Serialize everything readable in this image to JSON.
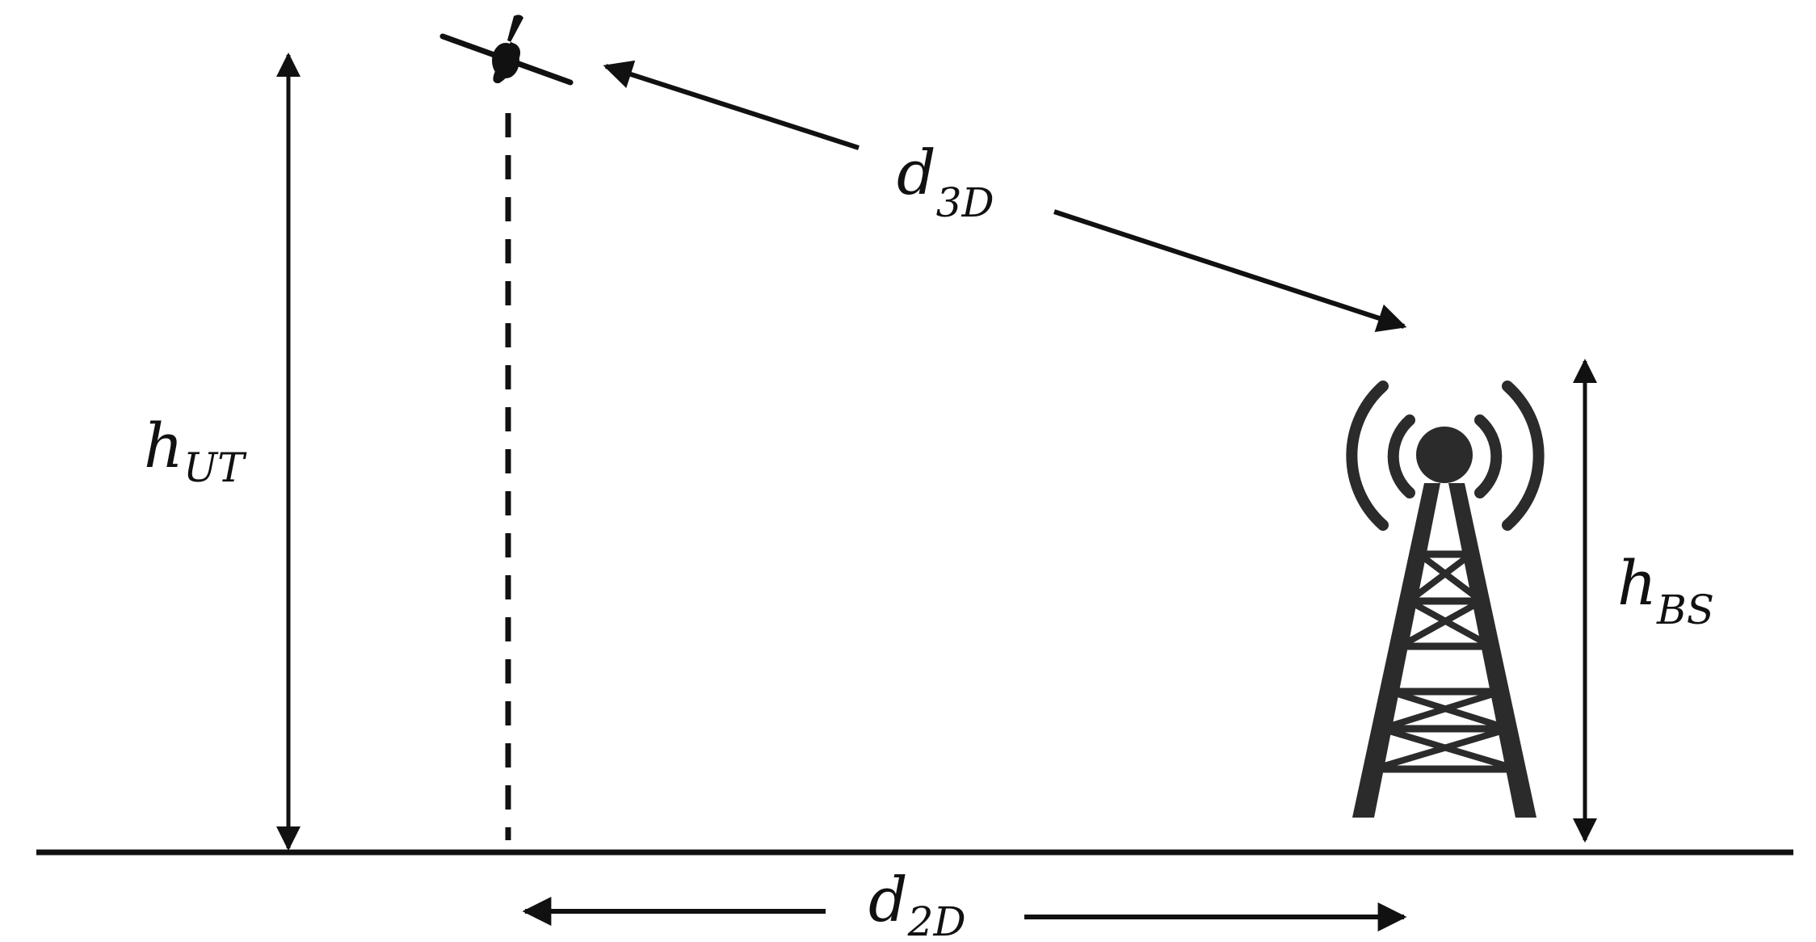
{
  "labels": {
    "h_ut": {
      "main": "h",
      "sub": "UT"
    },
    "h_bs": {
      "main": "h",
      "sub": "BS"
    },
    "d_3d": {
      "main": "d",
      "sub": "3D"
    },
    "d_2d": {
      "main": "d",
      "sub": "2D"
    }
  },
  "colors": {
    "ink": "#111111",
    "tower": "#2b2b2b",
    "background": "#ffffff"
  },
  "icons": {
    "drone": "drone-icon",
    "tower": "cell-tower-icon"
  }
}
